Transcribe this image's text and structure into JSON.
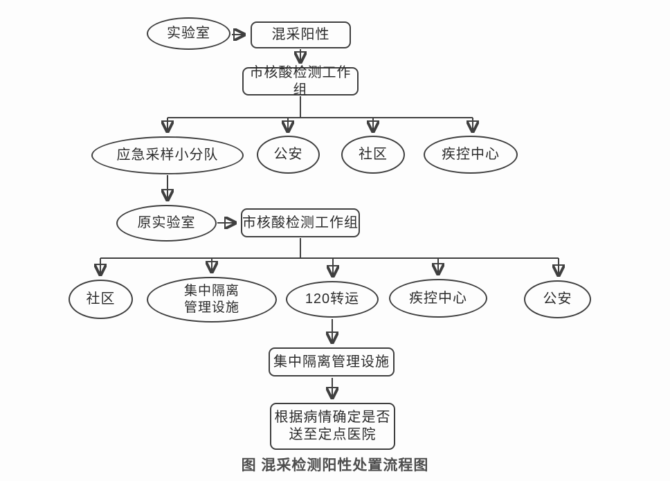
{
  "colors": {
    "line": "#3f3f3f",
    "node_text": "#2b2b2b",
    "caption_text": "#4d4d4d",
    "background": "#fdfdfd"
  },
  "caption": "图 混采检测阳性处置流程图",
  "nodes": {
    "lab": {
      "shape": "ellipse",
      "label": "实验室"
    },
    "mixed_positive": {
      "shape": "rounded-rect",
      "label": "混采阳性"
    },
    "city_testing_group_1": {
      "shape": "rounded-rect",
      "label": "市核酸检测工作组"
    },
    "emergency_sampling_team": {
      "shape": "ellipse",
      "label": "应急采样小分队"
    },
    "police_1": {
      "shape": "ellipse",
      "label": "公安"
    },
    "community_1": {
      "shape": "ellipse",
      "label": "社区"
    },
    "cdc_1": {
      "shape": "ellipse",
      "label": "疾控中心"
    },
    "original_lab": {
      "shape": "ellipse",
      "label": "原实验室"
    },
    "city_testing_group_2": {
      "shape": "rounded-rect",
      "label": "市核酸检测工作组"
    },
    "community_2": {
      "shape": "ellipse",
      "label": "社区"
    },
    "isolation_facility_oval": {
      "shape": "ellipse",
      "label": "集中隔离\n管理设施"
    },
    "transfer_120": {
      "shape": "ellipse",
      "label": "120转运"
    },
    "cdc_2": {
      "shape": "ellipse",
      "label": "疾控中心"
    },
    "police_2": {
      "shape": "ellipse",
      "label": "公安"
    },
    "isolation_facility_box": {
      "shape": "rounded-rect",
      "label": "集中隔离管理设施"
    },
    "hospital_decision": {
      "shape": "rounded-rect",
      "label": "根据病情确定是否\n送至定点医院"
    }
  },
  "edges": [
    {
      "from": "lab",
      "to": "mixed_positive"
    },
    {
      "from": "mixed_positive",
      "to": "city_testing_group_1"
    },
    {
      "from": "city_testing_group_1",
      "to": "emergency_sampling_team"
    },
    {
      "from": "city_testing_group_1",
      "to": "police_1"
    },
    {
      "from": "city_testing_group_1",
      "to": "community_1"
    },
    {
      "from": "city_testing_group_1",
      "to": "cdc_1"
    },
    {
      "from": "emergency_sampling_team",
      "to": "original_lab"
    },
    {
      "from": "original_lab",
      "to": "city_testing_group_2"
    },
    {
      "from": "city_testing_group_2",
      "to": "community_2"
    },
    {
      "from": "city_testing_group_2",
      "to": "isolation_facility_oval"
    },
    {
      "from": "city_testing_group_2",
      "to": "transfer_120"
    },
    {
      "from": "city_testing_group_2",
      "to": "cdc_2"
    },
    {
      "from": "city_testing_group_2",
      "to": "police_2"
    },
    {
      "from": "transfer_120",
      "to": "isolation_facility_box"
    },
    {
      "from": "isolation_facility_box",
      "to": "hospital_decision"
    }
  ]
}
